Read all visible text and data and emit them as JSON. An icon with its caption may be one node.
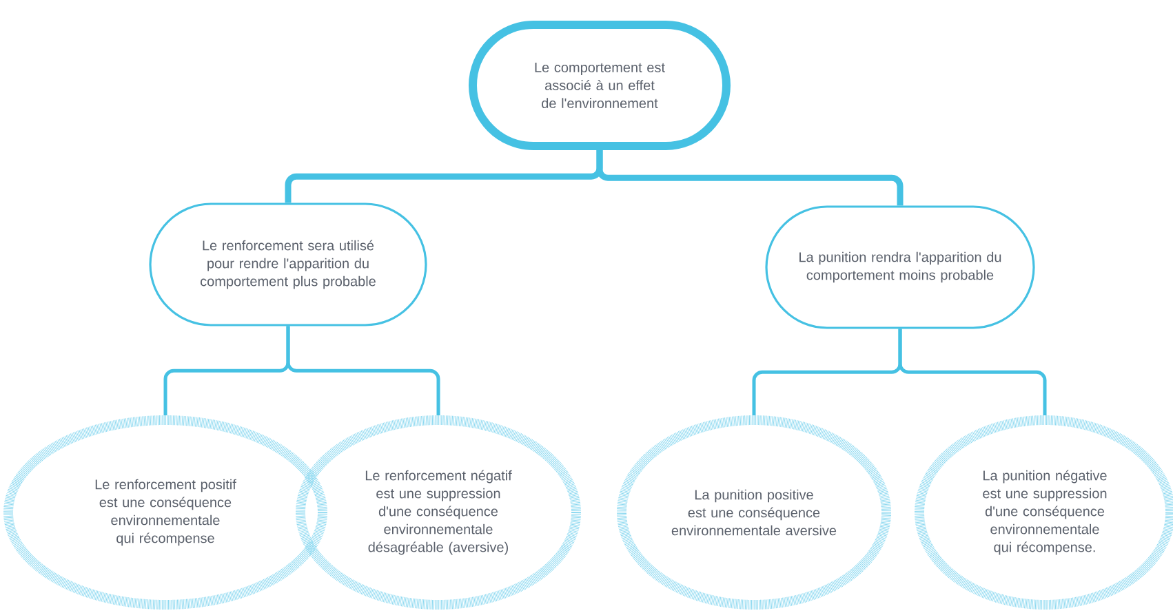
{
  "diagram": {
    "nodes": [
      {
        "text": [
          "Le comportement est associé à un effet de l'environnement"
        ]
      },
      {
        "text": [
          "Le renforcement sera utilisé pour rendre l'apparition du comportement plus probable"
        ]
      },
      {
        "text": [
          "La punition rendra l'apparition du comportement moins probable"
        ]
      },
      {
        "text": [
          "Le renforcement positif est une conséquence environnementale qui récompense"
        ]
      },
      {
        "text": [
          "Le renforcement négatif est une suppression d'une conséquence environnementale désagréable (aversive)"
        ]
      },
      {
        "text": [
          "La punition positive est une conséquence environnementale aversive"
        ]
      },
      {
        "text": [
          "La punition négative est une suppression d'une conséquence environnementale qui récompense."
        ]
      }
    ],
    "edges": [
      {
        "from": 0,
        "to": 1,
        "arrow": "none",
        "style": "thick"
      },
      {
        "from": 0,
        "to": 2,
        "arrow": "none",
        "style": "thick"
      },
      {
        "from": 1,
        "to": 3,
        "arrow": "none"
      },
      {
        "from": 1,
        "to": 4,
        "arrow": "none"
      },
      {
        "from": 2,
        "to": 5,
        "arrow": "none"
      },
      {
        "from": 2,
        "to": 6,
        "arrow": "none"
      }
    ]
  }
}
